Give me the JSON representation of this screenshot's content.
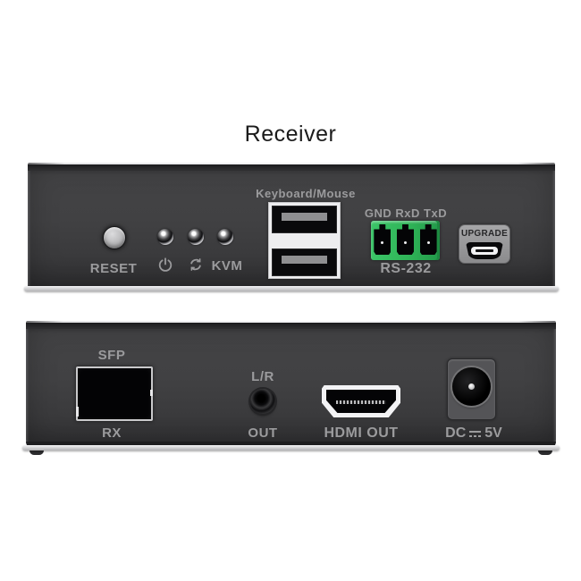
{
  "title": "Receiver",
  "colors": {
    "background": "#ffffff",
    "panel_body": "#3b3b3d",
    "label_gray": "#9b9b9d",
    "terminal_green": "#2fb457",
    "usb_plate_white": "#ededef",
    "silver_edge": "#c9c9cb"
  },
  "front_panel": {
    "reset_label": "RESET",
    "indicators": {
      "led_count": 3,
      "power_icon": "power-icon",
      "loop_icon": "loop-arrow-icon",
      "kvm_label": "KVM"
    },
    "usb_section_label": "Keyboard/Mouse",
    "usb_port_count": 2,
    "rs232_pins_label": "GND RxD TxD",
    "rs232_label": "RS-232",
    "rs232_pin_count": 3,
    "upgrade_label": "UPGRADE"
  },
  "rear_panel": {
    "sfp_label": "SFP",
    "sfp_sublabel": "RX",
    "audio_label": "L/R",
    "audio_sublabel": "OUT",
    "hdmi_label": "HDMI OUT",
    "dc_label_prefix": "DC",
    "dc_label_suffix": "5V"
  }
}
